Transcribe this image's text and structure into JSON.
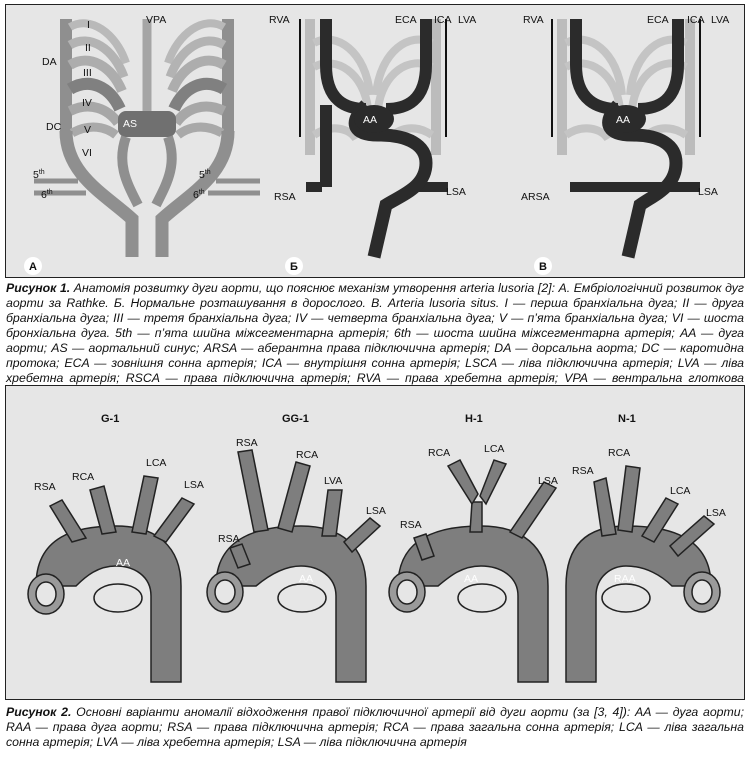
{
  "figure1": {
    "panel_letters": [
      "А",
      "Б",
      "В"
    ],
    "panelA": {
      "arch_numerals": [
        "I",
        "II",
        "III",
        "IV",
        "V",
        "VI"
      ],
      "vpa": "VPA",
      "da": "DA",
      "dc": "DC",
      "as": "AS",
      "fifth_base": "5",
      "sixth_base": "6",
      "sup": "th"
    },
    "panelB": {
      "rva": "RVA",
      "eca": "ECA",
      "ica": "ICA",
      "lva": "LVA",
      "aa": "AA",
      "rsa": "RSA",
      "lsa": "LSA"
    },
    "panelC": {
      "rva": "RVA",
      "eca": "ECA",
      "ica": "ICA",
      "lva": "LVA",
      "aa": "AA",
      "arsa": "ARSA",
      "lsa": "LSA"
    },
    "caption_title": "Рисунок 1.",
    "caption_text": "Анатомія розвитку дуги аорти, що пояснює механізм утворення arteria lusoria [2]: А. Ембріологічний розвиток дуг аорти за Rathke. Б. Нормальне розташування в дорослого. В. Arteria lusoria situs. I — перша бранхіальна дуга; II — друга бранхіальна дуга; III — третя бранхіальна дуга; IV — четверта бранхіальна дуга; V — п’ята бранхіальна дуга; VI — шоста бронхіальна дуга. 5th — п’ята шийна міжсегментарна артерія; 6th — шоста шийна міжсегментарна артерія; AA — дуга аорти; AS — аортальний синус; ARSA — аберантна права підключична артерія; DA — дорсальна аорта; DC — каротидна протока; ECA — зовнішня сонна артерія; ICA — внутрішня сонна артерія; LSCA — ліва підключична артерія; LVA — ліва хребетна артерія; RSCA — права підключична артерія; RVA — права хребетна артерія; VPA — вентральна глоткова артерія"
  },
  "figure2": {
    "variants": [
      {
        "title": "G-1",
        "arch": "AA",
        "labels": [
          "RSA",
          "RCA",
          "LCA",
          "LSA"
        ]
      },
      {
        "title": "GG-1",
        "arch": "AA",
        "labels": [
          "RSA",
          "RCA",
          "LVA",
          "LSA",
          "RSA"
        ]
      },
      {
        "title": "H-1",
        "arch": "AA",
        "labels": [
          "RCA",
          "LCA",
          "LSA",
          "RSA"
        ]
      },
      {
        "title": "N-1",
        "arch": "RAA",
        "labels": [
          "RSA",
          "RCA",
          "LCA",
          "LSA"
        ]
      }
    ],
    "caption_title": "Рисунок 2.",
    "caption_text": "Основні варіанти аномалії відходження правої підключичної артерії від дуги аорти (за [3, 4]): AA — дуга аорти; RAA — права дуга аорти; RSA — права підключична артерія; RCA — права загальна сонна артерія; LCA — ліва загальна сонна артерія; LVA — ліва хребетна артерія; LSA — ліва підключична артерія"
  }
}
